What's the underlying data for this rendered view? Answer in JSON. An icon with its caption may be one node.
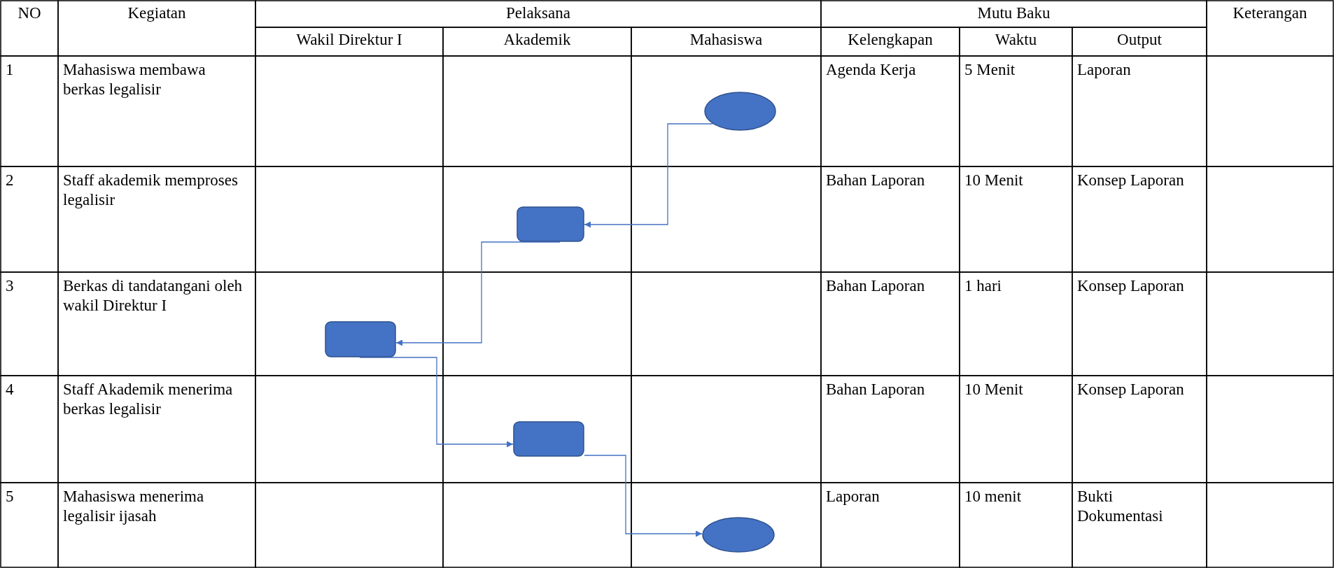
{
  "diagram": {
    "nodes": [
      {
        "text": [],
        "shape": "ellipse"
      },
      {
        "text": [],
        "shape": "box"
      },
      {
        "text": [],
        "shape": "box"
      },
      {
        "text": [],
        "shape": "box"
      },
      {
        "text": [],
        "shape": "ellipse"
      }
    ],
    "edges": [
      {
        "from": 0,
        "to": 1,
        "arrow": "to"
      },
      {
        "from": 1,
        "to": 2,
        "arrow": "to"
      },
      {
        "from": 2,
        "to": 3,
        "arrow": "to"
      },
      {
        "from": 3,
        "to": 4,
        "arrow": "to"
      }
    ],
    "labels": [
      "NO",
      "Kegiatan",
      "Pelaksana",
      "Mutu Baku",
      "Keterangan",
      "Wakil Direktur I",
      "Akademik",
      "Mahasiswa",
      "Kelengkapan",
      "Waktu",
      "Output",
      "1",
      "Mahasiswa membawa berkas legalisir",
      "Agenda Kerja",
      "5 Menit",
      "Laporan",
      "2",
      "Staff akademik memproses legalisir",
      "Bahan Laporan",
      "10 Menit",
      "Konsep Laporan",
      "3",
      "Berkas di tandatangani oleh wakil Direktur I",
      "Bahan Laporan",
      "1 hari",
      "Konsep Laporan",
      "4",
      "Staff Akademik menerima berkas legalisir",
      "Bahan Laporan",
      "10 Menit",
      "Konsep Laporan",
      "5",
      "Mahasiswa menerima legalisir ijasah",
      "Laporan",
      "10 menit",
      "Bukti Dokumentasi"
    ]
  }
}
